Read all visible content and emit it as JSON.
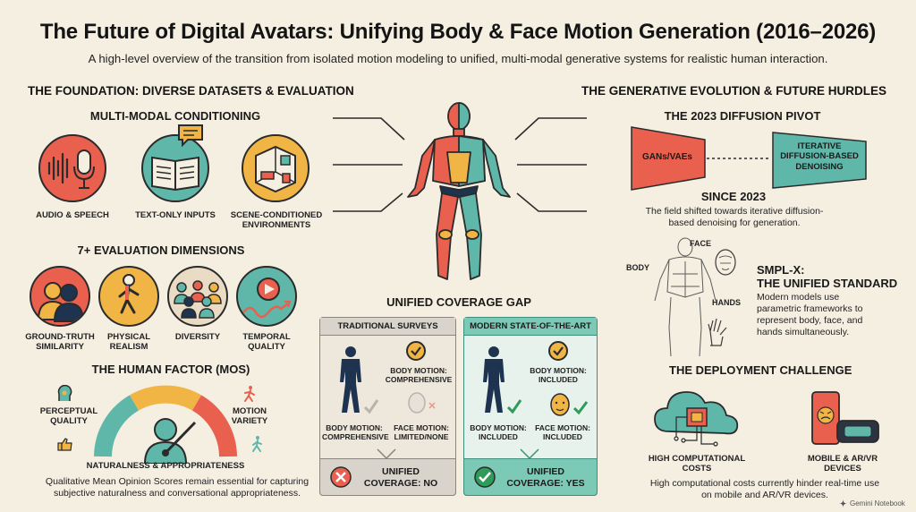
{
  "header": {
    "title": "The Future of Digital Avatars: Unifying Body & Face Motion Generation (2016–2026)",
    "subtitle": "A high-level overview of the transition from isolated motion modeling to unified, multi-modal generative systems for realistic human interaction."
  },
  "left": {
    "heading": "THE FOUNDATION: DIVERSE DATASETS & EVALUATION",
    "conditioning": {
      "heading": "MULTI-MODAL CONDITIONING",
      "items": [
        {
          "label": "AUDIO & SPEECH",
          "icon": "microphone-icon",
          "color": "#e9604f"
        },
        {
          "label": "TEXT-ONLY INPUTS",
          "icon": "book-icon",
          "color": "#5fb7a9"
        },
        {
          "label": "SCENE-CONDITIONED ENVIRONMENTS",
          "icon": "room-icon",
          "color": "#f0b545"
        }
      ]
    },
    "evaluation": {
      "heading": "7+ EVALUATION DIMENSIONS",
      "items": [
        {
          "label": "GROUND-TRUTH SIMILARITY",
          "icon": "people-icon",
          "color": "#e9604f"
        },
        {
          "label": "PHYSICAL REALISM",
          "icon": "walking-figure-icon",
          "color": "#f0b545"
        },
        {
          "label": "DIVERSITY",
          "icon": "crowd-icon",
          "color": "#eadbc4"
        },
        {
          "label": "TEMPORAL QUALITY",
          "icon": "play-icon",
          "color": "#5fb7a9"
        }
      ]
    },
    "human_factor": {
      "heading": "THE HUMAN FACTOR (MOS)",
      "perceptual": "PERCEPTUAL QUALITY",
      "motion_variety": "MOTION VARIETY",
      "naturalness": "NATURALNESS & APPROPRIATENESS",
      "description": "Qualitative Mean Opinion Scores remain essential for capturing subjective naturalness and conversational appropriateness."
    }
  },
  "center": {
    "heading": "UNIFIED COVERAGE GAP",
    "traditional": {
      "title": "TRADITIONAL SURVEYS",
      "body_motion": "BODY MOTION: COMPREHENSIVE",
      "body_motion_bottom": "BODY MOTION: COMPREHENSIVE",
      "face_motion": "FACE MOTION: LIMITED/NONE",
      "result": "UNIFIED COVERAGE: NO",
      "color": "#d8d3cb"
    },
    "modern": {
      "title": "MODERN STATE-OF-THE-ART",
      "body_motion": "BODY MOTION: INCLUDED",
      "body_motion_bottom": "BODY MOTION: INCLUDED",
      "face_motion": "FACE MOTION: INCLUDED",
      "result": "UNIFIED COVERAGE: YES",
      "color": "#7cc9b6"
    }
  },
  "right": {
    "heading": "THE GENERATIVE EVOLUTION & FUTURE HURDLES",
    "diffusion": {
      "heading": "THE 2023 DIFFUSION PIVOT",
      "from": "GANs/VAEs",
      "to": "ITERATIVE DIFFUSION-BASED DENOISING",
      "since": "SINCE 2023",
      "description": "The field shifted towards iterative diffusion-based denoising for generation."
    },
    "smplx": {
      "face": "FACE",
      "body": "BODY",
      "hands": "HANDS",
      "heading_1": "SMPL-X:",
      "heading_2": "THE UNIFIED STANDARD",
      "description": "Modern models use parametric frameworks to represent body, face, and hands simultaneously."
    },
    "deployment": {
      "heading": "THE DEPLOYMENT CHALLENGE",
      "costs": "HIGH COMPUTATIONAL COSTS",
      "devices": "MOBILE & AR/VR DEVICES",
      "description": "High computational costs currently hinder real-time use on mobile and AR/VR devices."
    }
  },
  "footer": {
    "badge": "Gemini Notebook"
  },
  "colors": {
    "coral": "#e9604f",
    "teal": "#5fb7a9",
    "yellow": "#f0b545",
    "navy": "#1d3350",
    "background": "#f5efe2"
  }
}
